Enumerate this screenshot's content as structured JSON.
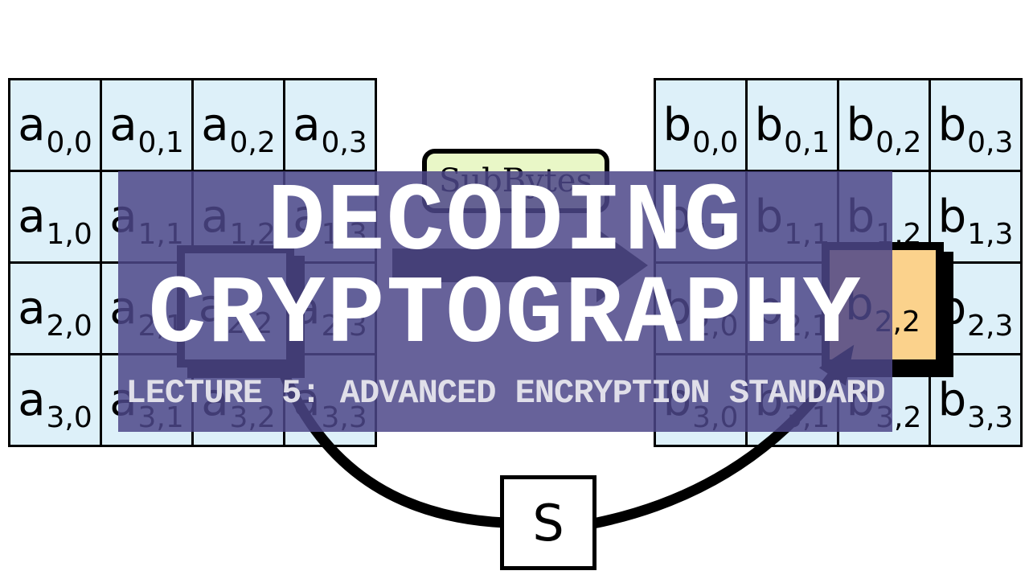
{
  "title_card": {
    "title_line1": "DECODING",
    "title_line2": "CRYPTOGRAPHY",
    "subtitle": "LECTURE 5: ADVANCED ENCRYPTION STANDARD"
  },
  "diagram": {
    "step_label": "SubBytes",
    "sbox_label": "S",
    "matrix_a": {
      "letter": "a",
      "subs": [
        [
          "0,0",
          "0,1",
          "0,2",
          "0,3"
        ],
        [
          "1,0",
          "1,1",
          "1,2",
          "1,3"
        ],
        [
          "2,0",
          "2,1",
          "2,2",
          "2,3"
        ],
        [
          "3,0",
          "3,1",
          "3,2",
          "3,3"
        ]
      ]
    },
    "matrix_b": {
      "letter": "b",
      "subs": [
        [
          "0,0",
          "0,1",
          "0,2",
          "0,3"
        ],
        [
          "1,0",
          "1,1",
          "1,2",
          "1,3"
        ],
        [
          "2,0",
          "2,1",
          "2,2",
          "2,3"
        ],
        [
          "3,0",
          "3,1",
          "3,2",
          "3,3"
        ]
      ]
    },
    "highlight_a": {
      "letter": "a",
      "sub": "2,2"
    },
    "highlight_b": {
      "letter": "b",
      "sub": "2,2"
    },
    "colors": {
      "cell_fill": "#ddf0f9",
      "step_fill": "#e9f7c7",
      "highlight_fill": "#fbd28c",
      "overlay_purple": "#4c4788",
      "title_text": "#ffffff",
      "subtitle_text": "#e0dfe9"
    }
  }
}
